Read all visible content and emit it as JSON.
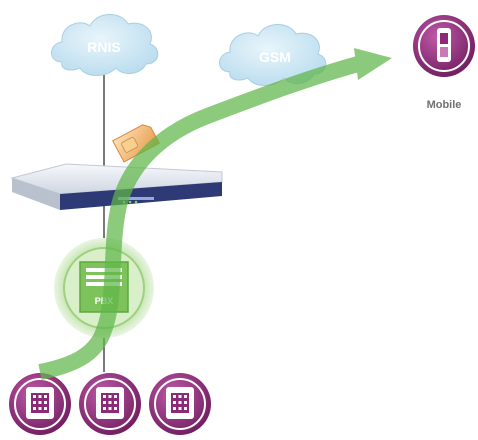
{
  "clouds": [
    {
      "id": "rnis",
      "label": "RNIS"
    },
    {
      "id": "gsm",
      "label": "GSM"
    }
  ],
  "pbx": {
    "label": "PBX"
  },
  "mobile": {
    "label": "Mobile"
  },
  "phones_count": 3,
  "colors": {
    "cloud_fill": "#cfe7f3",
    "cloud_stroke": "#a9cfe2",
    "call_path": "#5fb64a",
    "device_purple": "#8d2a78",
    "pbx_green": "#7ec25c",
    "sim_orange": "#f2a65a",
    "router_body": "#e4e8f0",
    "router_front": "#2e3a75"
  }
}
